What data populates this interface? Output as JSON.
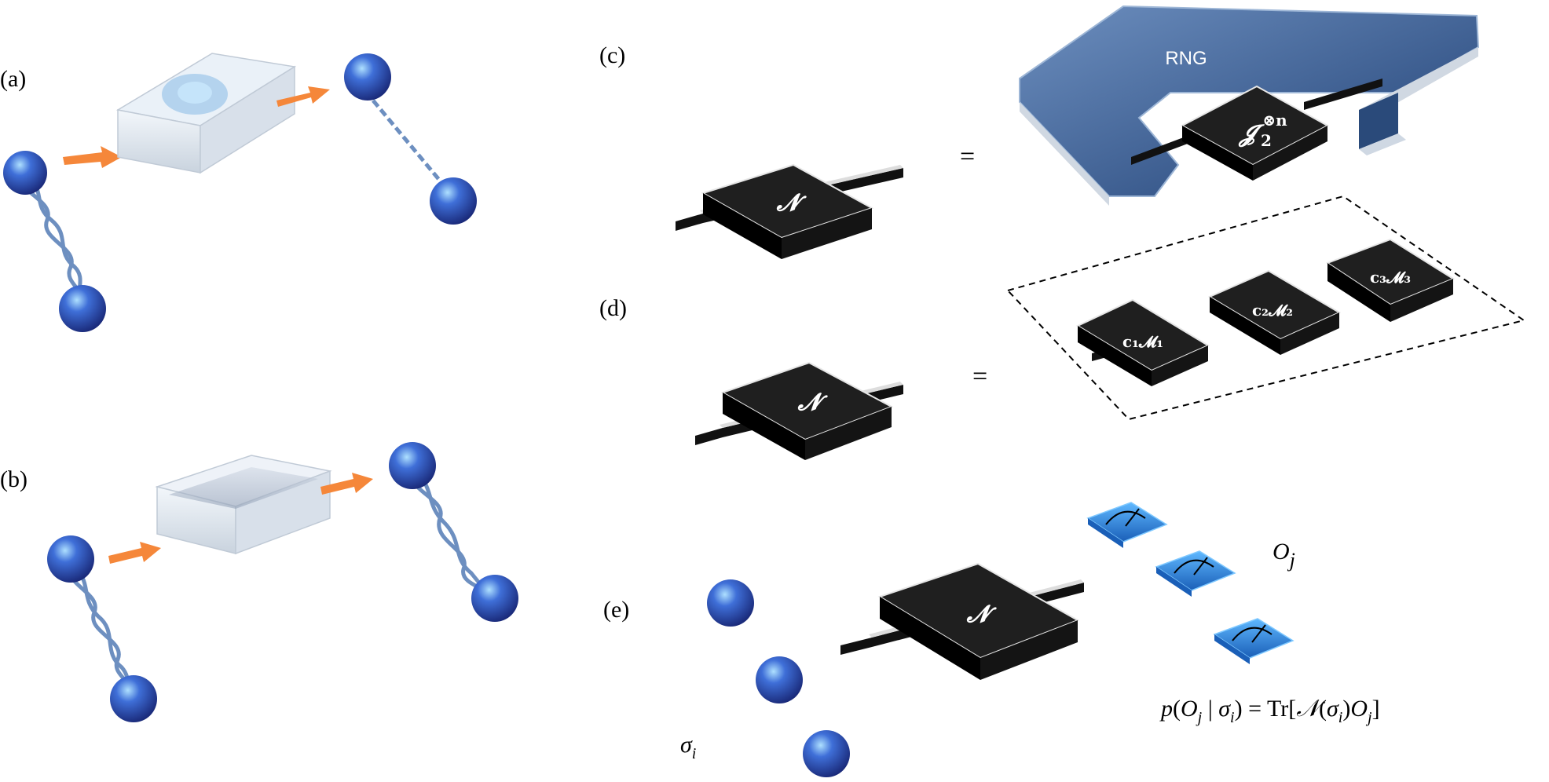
{
  "panels": {
    "a": "(a)",
    "b": "(b)",
    "c": "(c)",
    "d": "(d)",
    "e": "(e)"
  },
  "rng_label": "RNG",
  "channel_symbol": "𝓝",
  "twirl_label": "𝓙",
  "twirl_sup": "⊗n",
  "twirl_sub": "2",
  "equals": "=",
  "mixture_terms": [
    {
      "coef": "c",
      "sub": "1",
      "map": "𝓜",
      "map_sub": "1"
    },
    {
      "coef": "c",
      "sub": "2",
      "map": "𝓜",
      "map_sub": "2"
    },
    {
      "coef": "c",
      "sub": "3",
      "map": "𝓜",
      "map_sub": "3"
    }
  ],
  "observable": {
    "sym": "O",
    "sub": "j"
  },
  "state": {
    "sym": "σ",
    "sub": "i"
  },
  "formula": "p(O_j | σ_i) = Tr[𝒩(σ_i)O_j]",
  "colors": {
    "sphere": "#3f5fd0",
    "arrow": "#f5873a",
    "rng": "#2d4f82",
    "device": "#2a2a2a",
    "meter": "#2f8fe0"
  }
}
